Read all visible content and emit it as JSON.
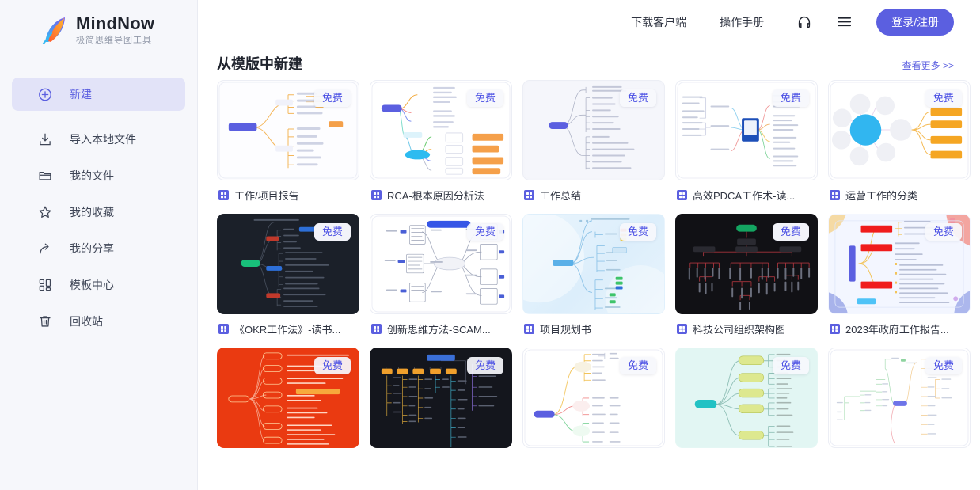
{
  "brand": {
    "name": "MindNow",
    "tagline": "极简思维导图工具",
    "logo_icon": "feather-logo-icon",
    "accent": "#5b5fe0"
  },
  "sidebar": {
    "items": [
      {
        "label": "新建",
        "icon": "plus-circle-icon",
        "active": true
      },
      {
        "label": "导入本地文件",
        "icon": "download-icon",
        "active": false
      },
      {
        "label": "我的文件",
        "icon": "folder-icon",
        "active": false
      },
      {
        "label": "我的收藏",
        "icon": "star-icon",
        "active": false
      },
      {
        "label": "我的分享",
        "icon": "share-arrow-icon",
        "active": false
      },
      {
        "label": "模板中心",
        "icon": "grid-blocks-icon",
        "active": false
      },
      {
        "label": "回收站",
        "icon": "trash-icon",
        "active": false
      }
    ]
  },
  "topbar": {
    "links": [
      {
        "label": "下载客户端"
      },
      {
        "label": "操作手册"
      }
    ],
    "headset_icon": "headset-icon",
    "menu_icon": "hamburger-menu-icon",
    "login_label": "登录/注册"
  },
  "section": {
    "title": "从模版中新建",
    "more_label": "查看更多 >>"
  },
  "templates": {
    "badge_label": "免费",
    "file_icon": "mindmap-file-icon",
    "cards": [
      {
        "name": "工作/项目报告",
        "style": "light-orange"
      },
      {
        "name": "RCA-根本原因分析法",
        "style": "light-multi"
      },
      {
        "name": "工作总结",
        "style": "light-gray"
      },
      {
        "name": "高效PDCA工作术-读...",
        "style": "light-blue-book"
      },
      {
        "name": "运营工作的分类",
        "style": "radial-blue"
      },
      {
        "name": "《OKR工作法》-读书...",
        "style": "dark-green"
      },
      {
        "name": "创新思维方法-SCAM...",
        "style": "white-scamper"
      },
      {
        "name": "项目规划书",
        "style": "pale-blue"
      },
      {
        "name": "科技公司组织架构图",
        "style": "black-org"
      },
      {
        "name": "2023年政府工作报告...",
        "style": "pastel-red"
      },
      {
        "name": "",
        "style": "red-solid"
      },
      {
        "name": "",
        "style": "dark-navy"
      },
      {
        "name": "",
        "style": "white-yellow"
      },
      {
        "name": "",
        "style": "mint-green"
      },
      {
        "name": "",
        "style": "white-faint"
      }
    ]
  }
}
